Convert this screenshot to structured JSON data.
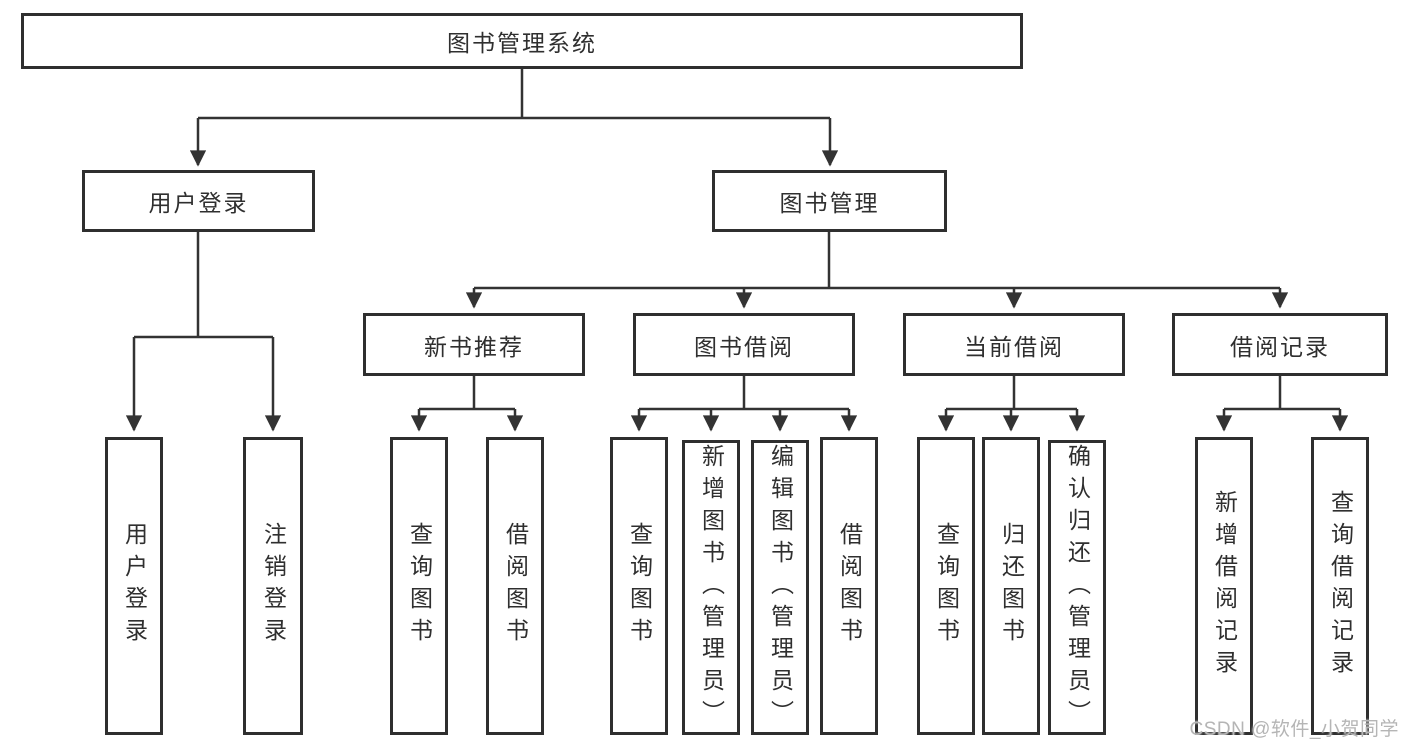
{
  "tree": {
    "label": "图书管理系统",
    "children": [
      {
        "label": "用户登录",
        "children": [
          {
            "label": "用户登录"
          },
          {
            "label": "注销登录"
          }
        ]
      },
      {
        "label": "图书管理",
        "children": [
          {
            "label": "新书推荐",
            "children": [
              {
                "label": "查询图书"
              },
              {
                "label": "借阅图书"
              }
            ]
          },
          {
            "label": "图书借阅",
            "children": [
              {
                "label": "查询图书"
              },
              {
                "label": "新增图书（管理员）"
              },
              {
                "label": "编辑图书（管理员）"
              },
              {
                "label": "借阅图书"
              }
            ]
          },
          {
            "label": "当前借阅",
            "children": [
              {
                "label": "查询图书"
              },
              {
                "label": "归还图书"
              },
              {
                "label": "确认归还（管理员）"
              }
            ]
          },
          {
            "label": "借阅记录",
            "children": [
              {
                "label": "新增借阅记录"
              },
              {
                "label": "查询借阅记录"
              }
            ]
          }
        ]
      }
    ]
  },
  "watermark": {
    "text": "CSDN @软件_小贺同学",
    "color": "#b5b5b5"
  },
  "colors": {
    "line": "#333333",
    "box_border": "#2f2f2f",
    "text": "#2f2f2f",
    "background": "#ffffff"
  }
}
